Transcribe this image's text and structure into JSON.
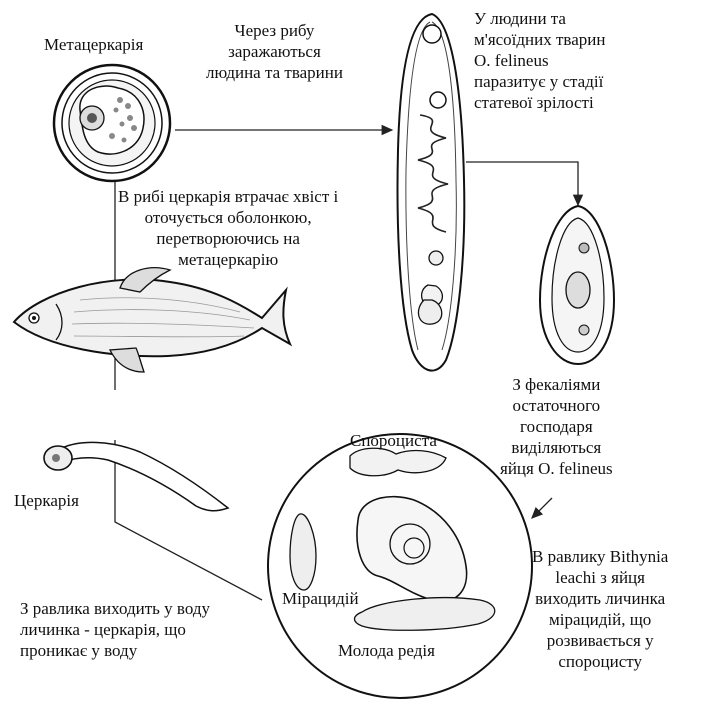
{
  "labels": {
    "metacercaria": "Метацеркарія",
    "via_fish": [
      "Через рибу",
      "заражаються",
      "людина та тварини"
    ],
    "adult_host": [
      "У людини та",
      "м'ясоїдних тварин",
      "O. felineus",
      "паразитує у стадії",
      "статевої зрілості"
    ],
    "in_fish": [
      "В рибі церкарія втрачає хвіст і",
      "оточується оболонкою,",
      "перетворюючись на",
      "метацеркарію"
    ],
    "feces": [
      "З фекаліями",
      "остаточного",
      "господаря",
      "виділяються",
      "яйця O. felineus"
    ],
    "sporocyst": "Спороциста",
    "cercaria": "Церкарія",
    "miracidium": "Мірацидій",
    "young_redia": "Молода редія",
    "snail": [
      "В равлику Bithynia",
      "leachi з яйця",
      "виходить личинка",
      "мірацидій, що",
      "розвивається у",
      "спороцисту"
    ],
    "exit_snail": [
      "З равлика виходить у воду",
      "личинка - церкарія, що",
      "проникає у воду"
    ]
  }
}
